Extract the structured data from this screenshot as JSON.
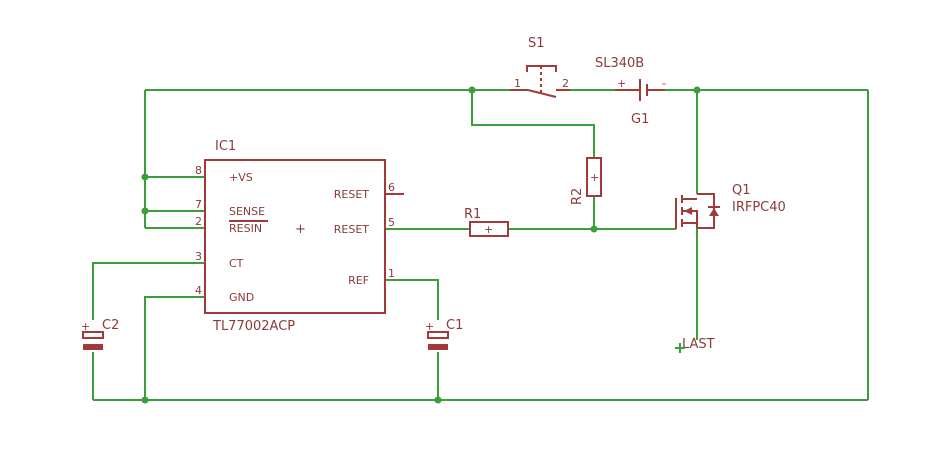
{
  "ic1": {
    "name": "IC1",
    "value": "TL77002ACP",
    "pins": [
      {
        "num": "8",
        "label": "+VS"
      },
      {
        "num": "7",
        "label": "SENSE"
      },
      {
        "num": "2",
        "label": "RESIN"
      },
      {
        "num": "3",
        "label": "CT"
      },
      {
        "num": "4",
        "label": "GND"
      },
      {
        "num": "6",
        "label": "RESET"
      },
      {
        "num": "5",
        "label": "RESET"
      },
      {
        "num": "1",
        "label": "REF"
      }
    ]
  },
  "s1": {
    "name": "S1",
    "pin1": "1",
    "pin2": "2"
  },
  "g1": {
    "value": "SL340B",
    "name": "G1",
    "plus": "+",
    "minus": "-"
  },
  "r1": {
    "name": "R1"
  },
  "r2": {
    "name": "R2"
  },
  "q1": {
    "name": "Q1",
    "value": "IRFPC40"
  },
  "c1": {
    "name": "C1"
  },
  "c2": {
    "name": "C2"
  },
  "net": {
    "last": "LAST"
  },
  "colors": {
    "wire": "#3a9e3a",
    "part": "#a33a3a",
    "text": "#8b3a3a"
  }
}
